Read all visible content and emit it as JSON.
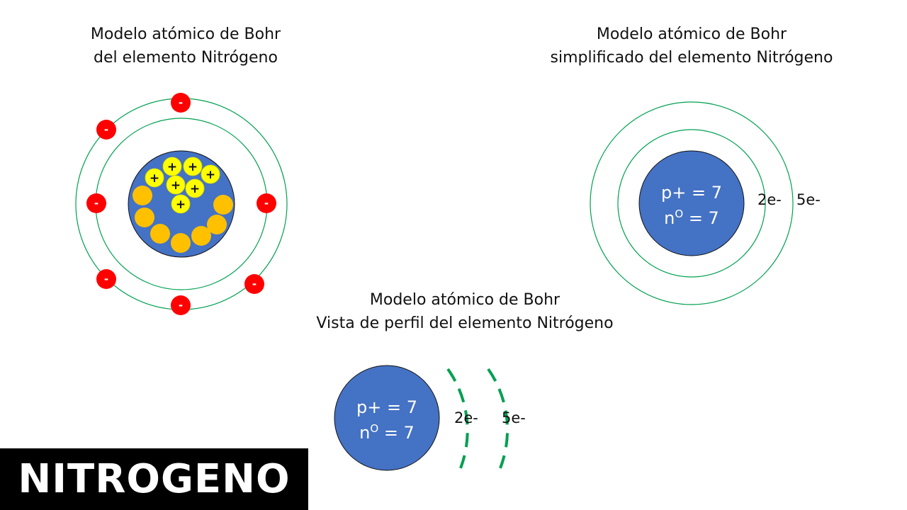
{
  "diagram1": {
    "title_line1": "Modelo atómico de Bohr",
    "title_line2": "del elemento Nitrógeno",
    "proton_symbol": "+",
    "electron_symbol": "-",
    "proton_count": 7,
    "neutron_count": 7,
    "electron_count": 7
  },
  "diagram2": {
    "title_line1": "Modelo atómico de Bohr",
    "title_line2": "simplificado del elemento Nitrógeno",
    "nucleus_protons": "p+ = 7",
    "nucleus_neutrons_prefix": "n",
    "nucleus_neutrons_sup": "O",
    "nucleus_neutrons_suffix": " = 7",
    "shell1_label": "2e-",
    "shell2_label": "5e-"
  },
  "diagram3": {
    "title_line1": "Modelo atómico de Bohr",
    "title_line2": "Vista de perfil del elemento Nitrógeno",
    "nucleus_protons": "p+ = 7",
    "nucleus_neutrons_prefix": "n",
    "nucleus_neutrons_sup": "O",
    "nucleus_neutrons_suffix": " = 7",
    "shell1_label": "2e-",
    "shell2_label": "5e-"
  },
  "banner": {
    "label": "NITROGENO"
  },
  "colors": {
    "nucleus": "#4472c4",
    "proton": "#ffff00",
    "neutron": "#ffc000",
    "electron": "#ff0000",
    "orbit": "#00a050",
    "profile_orbit": "#00a050"
  }
}
